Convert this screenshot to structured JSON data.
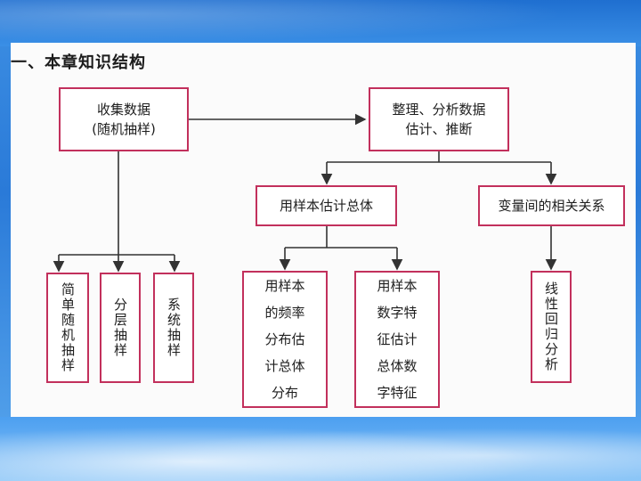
{
  "heading": "一、本章知识结构",
  "nodes": {
    "collect": "收集数据\n(随机抽样)",
    "organize": "整理、分析数据\n估计、推断",
    "sample_estimate": "用样本估计总体",
    "correlation": "变量间的相关关系",
    "simple_random": "简单随机抽样",
    "stratified": "分层抽样",
    "systematic": "系统抽样",
    "freq_dist": "用样本\n的频率\n分布估\n计总体\n分布",
    "numeric_features": "用样本\n数字特\n征估计\n总体数\n字特征",
    "linear_regression": "线性回归分析"
  },
  "colors": {
    "box_border": "#c2305c",
    "line": "#333333"
  }
}
